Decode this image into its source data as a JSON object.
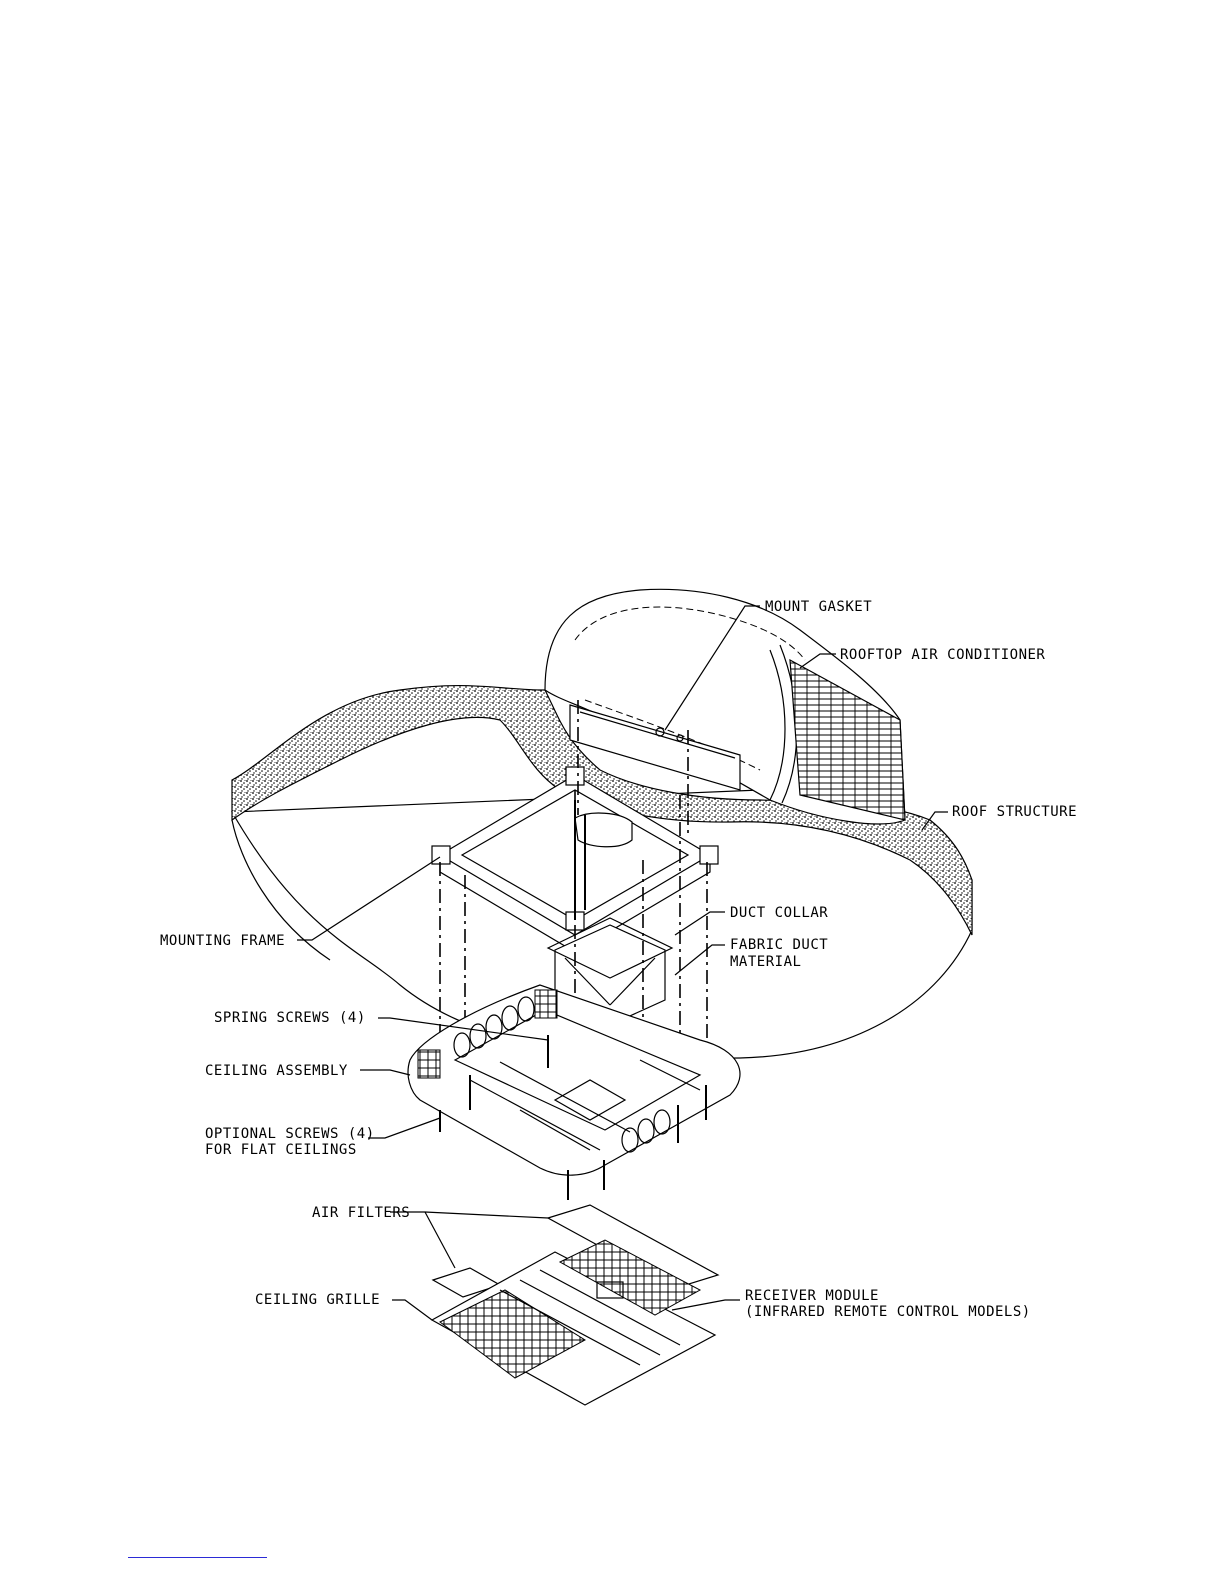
{
  "labels": {
    "mount_gasket": "MOUNT GASKET",
    "rooftop_ac": "ROOFTOP AIR CONDITIONER",
    "roof_structure": "ROOF STRUCTURE",
    "duct_collar": "DUCT COLLAR",
    "fabric_duct_1": "FABRIC DUCT",
    "fabric_duct_2": "MATERIAL",
    "mounting_frame": "MOUNTING FRAME",
    "spring_screws": "SPRING SCREWS (4)",
    "ceiling_assembly": "CEILING ASSEMBLY",
    "optional_screws_1": "OPTIONAL SCREWS (4)",
    "optional_screws_2": "FOR FLAT CEILINGS",
    "air_filters": "AIR FILTERS",
    "ceiling_grille": "CEILING GRILLE",
    "receiver_module_1": "RECEIVER MODULE",
    "receiver_module_2": "(INFRARED REMOTE CONTROL MODELS)"
  },
  "colors": {
    "line": "#000000",
    "footer_rule": "#2b2bd6"
  }
}
